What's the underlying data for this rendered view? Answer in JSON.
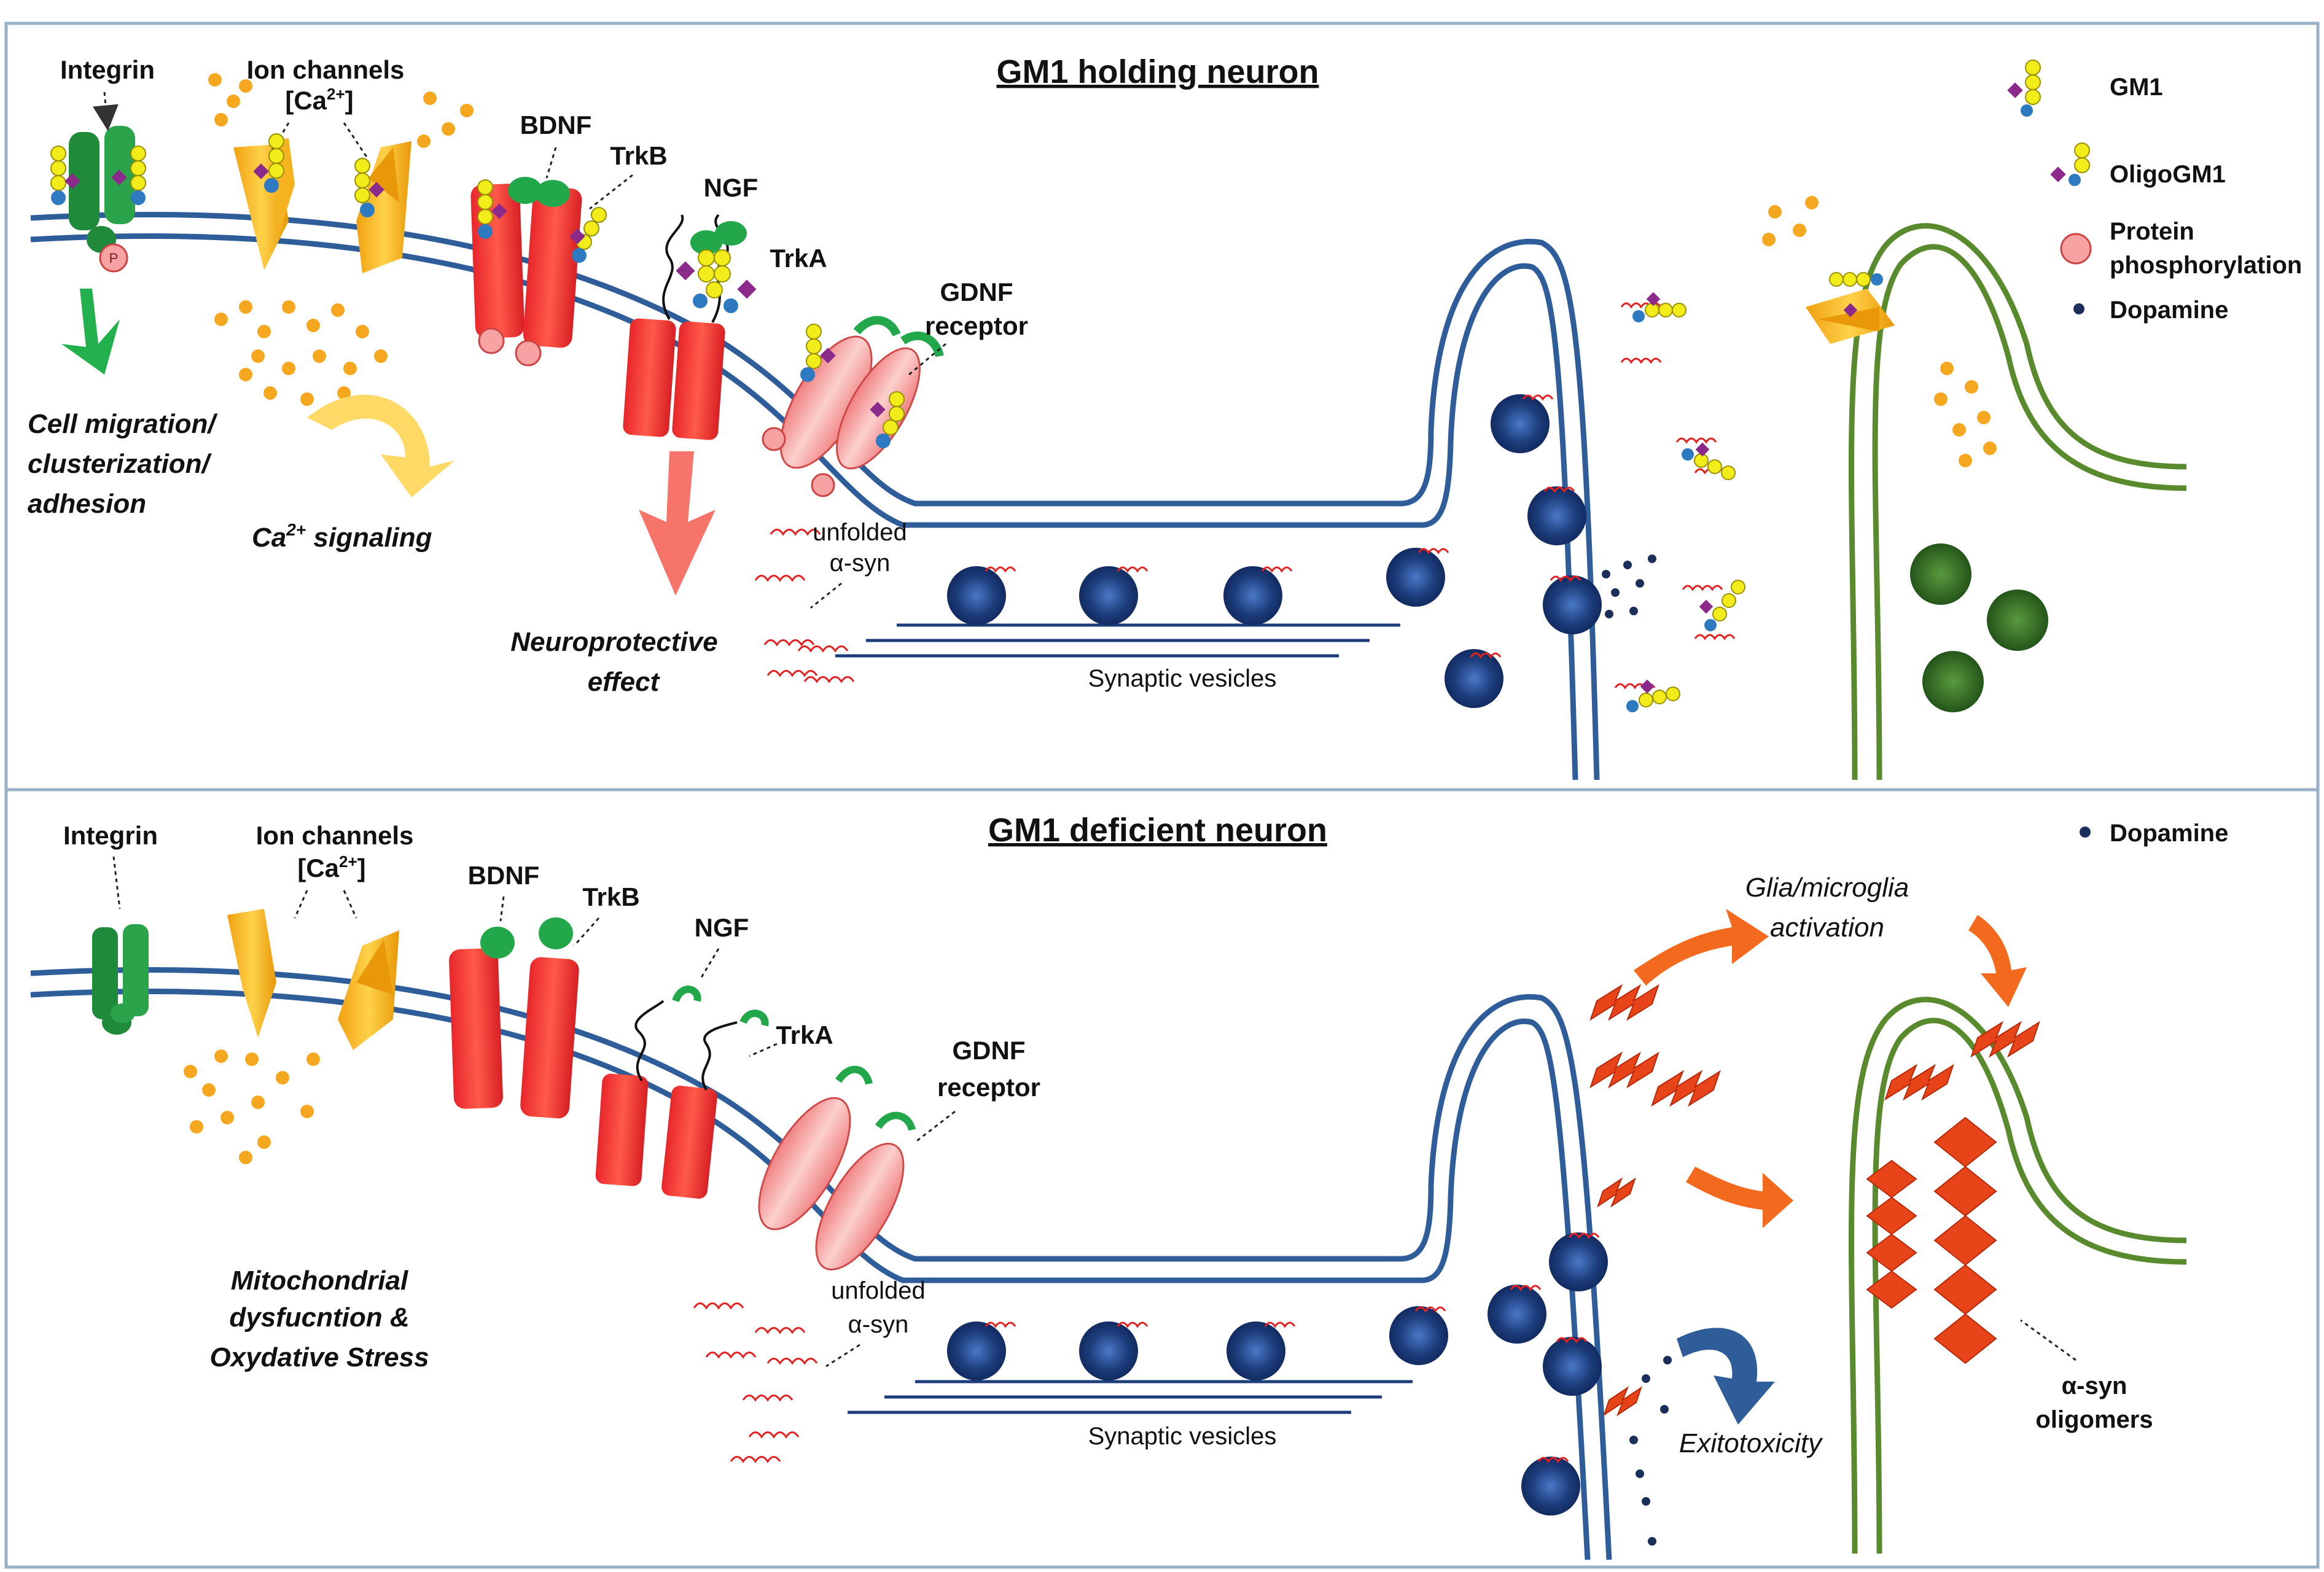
{
  "colors": {
    "membrane": "#2f5d9a",
    "integrin": "#1f8a3a",
    "ion_channel": "#f5b31f",
    "trk_red": "#e8262b",
    "gdnf_pink": "#f59a9a",
    "ligand_green": "#22a84a",
    "vesicle": "#1c3c7a",
    "glia_membrane": "#5a8a2e",
    "glia_vesicle": "#2e6a23",
    "oligomer": "#e8441a",
    "calcium": "#f5a81f",
    "alpha_syn": "#e52222",
    "gm1_sugar": "#f2ec1a",
    "gm1_sialic": "#8b2a8a",
    "gm1_glc": "#2d7ac0",
    "frame": "#9ab0c8"
  },
  "top": {
    "title": "GM1 holding neuron",
    "integrin": "Integrin",
    "ion_channels": "Ion channels",
    "calcium_label": "[Ca",
    "calcium_sup": "2+",
    "calcium_close": "]",
    "bdnf": "BDNF",
    "trkb": "TrkB",
    "ngf": "NGF",
    "trka": "TrkA",
    "gdnf_line1": "GDNF",
    "gdnf_line2": "receptor",
    "cell_migration_1": "Cell migration/",
    "cell_migration_2": "clusterization/",
    "cell_migration_3": "adhesion",
    "ca_signaling_1": "Ca",
    "ca_signaling_sup": "2+",
    "ca_signaling_2": " signaling",
    "neuroprotective_1": "Neuroprotective",
    "neuroprotective_2": "effect",
    "unfolded_1": "unfolded",
    "unfolded_2": "α-syn",
    "synaptic_vesicles": "Synaptic vesicles",
    "phospho_letter": "P"
  },
  "legend": {
    "gm1": "GM1",
    "oligogm1": "OligoGM1",
    "protein_phos_1": "Protein",
    "protein_phos_2": "phosphorylation",
    "dopamine": "Dopamine"
  },
  "bottom": {
    "title": "GM1 deficient neuron",
    "integrin": "Integrin",
    "ion_channels": "Ion channels",
    "calcium_label": "[Ca",
    "calcium_sup": "2+",
    "calcium_close": "]",
    "bdnf": "BDNF",
    "trkb": "TrkB",
    "ngf": "NGF",
    "trka": "TrkA",
    "gdnf_line1": "GDNF",
    "gdnf_line2": "receptor",
    "mito_1": "Mitochondrial",
    "mito_2": "dysfucntion &",
    "mito_3": "Oxydative Stress",
    "unfolded_1": "unfolded",
    "unfolded_2": "α-syn",
    "synaptic_vesicles": "Synaptic vesicles",
    "glia_1": "Glia/microglia",
    "glia_2": "activation",
    "exitotoxicity": "Exitotoxicity",
    "oligomers_1": "α-syn",
    "oligomers_2": "oligomers",
    "dopamine": "Dopamine"
  }
}
